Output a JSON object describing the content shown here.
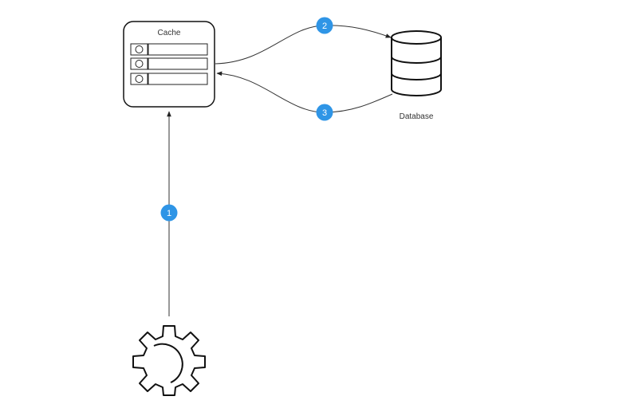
{
  "nodes": {
    "cache": {
      "label": "Cache",
      "row_count": 3
    },
    "database": {
      "label": "Database"
    },
    "service": {
      "icon": "gear-icon"
    }
  },
  "steps": [
    {
      "number": "1",
      "from": "service",
      "to": "cache"
    },
    {
      "number": "2",
      "from": "cache",
      "to": "database"
    },
    {
      "number": "3",
      "from": "database",
      "to": "cache"
    }
  ],
  "colors": {
    "badge": "#2f95e6",
    "stroke": "#111111",
    "connector": "#333333",
    "label": "#333333"
  }
}
